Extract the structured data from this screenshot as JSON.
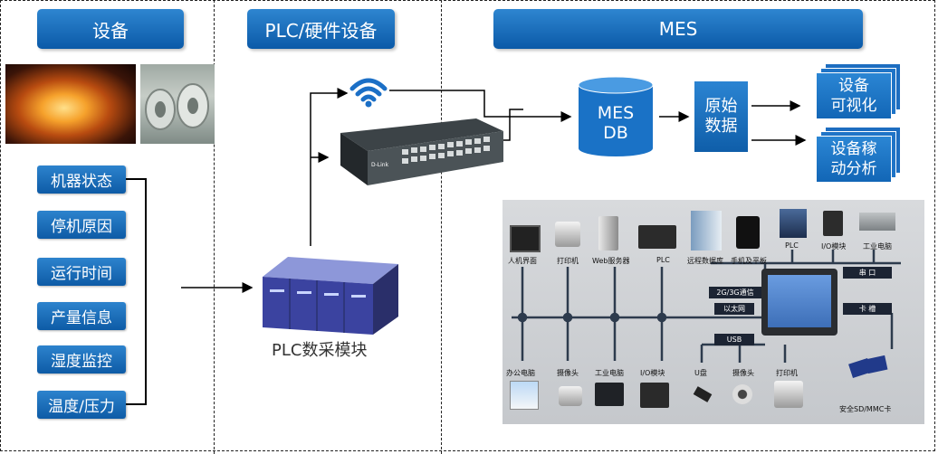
{
  "headers": {
    "equipment": "设备",
    "plc_hardware": "PLC/硬件设备",
    "mes": "MES"
  },
  "device_status": [
    "机器状态",
    "停机原因",
    "运行时间",
    "产量信息",
    "湿度监控",
    "温度/压力"
  ],
  "plc_module_label": "PLC数采模块",
  "switch_brand": "D-Link",
  "mes_db": {
    "line1": "MES",
    "line2": "DB"
  },
  "raw_data": {
    "line1": "原始",
    "line2": "数据"
  },
  "outputs": [
    {
      "line1": "设备",
      "line2": "可视化"
    },
    {
      "line1": "设备稼",
      "line2": "动分析"
    }
  ],
  "network_diagram": {
    "top_devices": [
      "人机界面",
      "打印机",
      "Web服务器",
      "PLC",
      "远程数据库",
      "手机及平板"
    ],
    "top_right_devices": [
      "PLC",
      "I/O模块",
      "工业电脑"
    ],
    "bottom_devices": [
      "办公电脑",
      "摄像头",
      "工业电脑",
      "I/O模块"
    ],
    "usb_devices": [
      "U盘",
      "摄像头",
      "打印机"
    ],
    "tags": {
      "serial": "串 口",
      "comm": "2G/3G通信",
      "ethernet": "以太网",
      "card_slot": "卡 槽",
      "usb": "USB"
    },
    "card_label": "安全SD/MMC卡"
  },
  "colors": {
    "header_blue": "#0b5aa8",
    "box_blue": "#1d78c6",
    "panel_grey": "#cfd2d5"
  }
}
